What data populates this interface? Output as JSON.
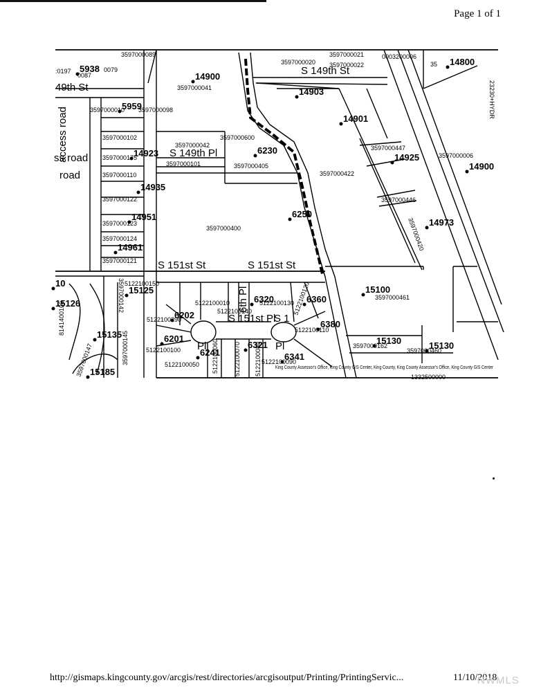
{
  "page": {
    "header": "Page 1 of 1",
    "footer_url": "http://gismaps.kingcounty.gov/arcgis/rest/directories/arcgisoutput/Printing/PrintingServic...",
    "footer_date": "11/10/2018",
    "watermark": "NWMLS"
  },
  "map": {
    "streets": [
      "S 149th St",
      "49th St",
      "S 149th Pl",
      "S 151st St",
      "S 151st St",
      "access road",
      "ss road",
      "road",
      "S 151st Pl",
      "6th Pl",
      "S 1",
      "Pl",
      "Pl"
    ],
    "addresses": [
      "5938",
      "14900",
      "14800",
      "14903",
      "14901",
      "5959",
      "6230",
      "14923",
      "14925",
      "14900",
      "14935",
      "6250",
      "14951",
      "14973",
      "14961",
      "15125",
      "15100",
      "15126",
      "6320",
      "6360",
      "6202",
      "6380",
      "15135",
      "6201",
      "15130",
      "15130",
      "6241",
      "6321",
      "6341",
      "15185",
      "10"
    ],
    "parcels": [
      "3597000089",
      "0079",
      ":0197",
      "0087",
      "3597000021",
      "0003200006",
      "3597000020",
      "3597000022",
      "35",
      "3597000041",
      "23230+HYDR",
      "3597000010",
      "3597000098",
      "3597000600",
      "3597000102",
      "3597000042",
      "3597000175",
      "3597000101",
      "3597000405",
      "3597000422",
      "3597000447",
      "3597000006",
      "3597000110",
      "3597000446",
      "3597000122",
      "3597000400",
      "3597000123",
      "3597000420",
      "3597000124",
      "3597000121",
      "5122100150",
      "3597000142",
      "3597000461",
      "5122100010",
      "5122100140",
      "5122100130",
      "5122100120",
      "8141400100",
      "3597000145",
      "5122100290",
      "5122100110",
      "5122100100",
      "3597000162",
      "3597000460",
      "5122100040",
      "5122100050",
      "5122100060",
      "5122100070",
      "5122100080",
      "5122100090",
      "1332500000",
      "3597000147"
    ],
    "credits": "King County Assessor's Office, King County GIS Center, King County, King County Assessor's Office, King County GIS Center"
  },
  "colors": {
    "ink": "#000000",
    "paper": "#ffffff",
    "watermark": "#c8c8c8"
  }
}
